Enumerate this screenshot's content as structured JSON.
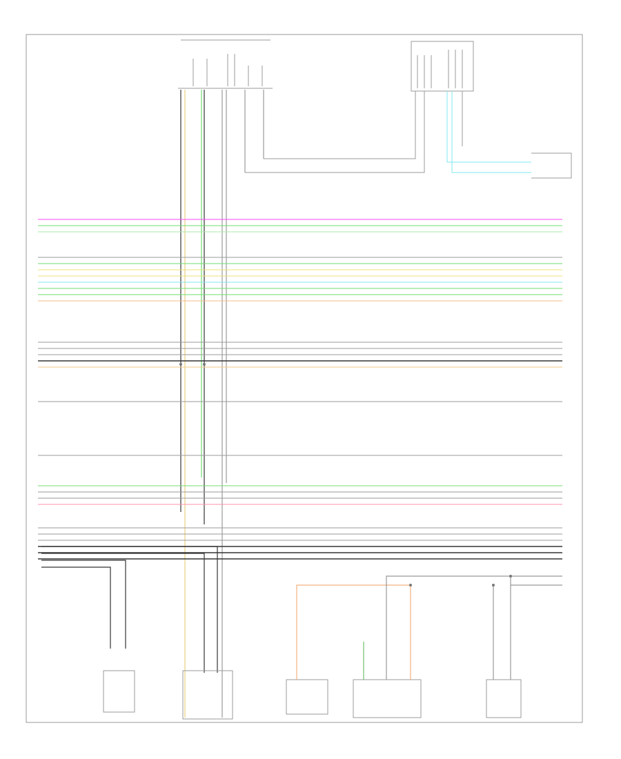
{
  "diagram": {
    "footer_code": "",
    "colors": {
      "frame": "#999999",
      "wire_default": "#9a9a9a",
      "wire_dark": "#333333",
      "wire_magenta": "#ff44ff",
      "wire_green": "#6fdc6f",
      "wire_lightgreen": "#a8e8a8",
      "wire_yellow": "#e8e07a",
      "wire_cyan": "#7fe7f0",
      "wire_orange": "#f5b98a",
      "wire_pink": "#ff8fa6",
      "wire_tan": "#f2c98a"
    },
    "bus_groups": [
      {
        "rows": [
          {
            "color": "wire_magenta"
          },
          {
            "color": "wire_green"
          },
          {
            "color": "wire_lightgreen"
          }
        ]
      },
      {
        "rows": [
          {
            "color": "wire_default"
          },
          {
            "color": "wire_green"
          },
          {
            "color": "wire_yellow"
          },
          {
            "color": "wire_yellow"
          },
          {
            "color": "wire_cyan"
          },
          {
            "color": "wire_green"
          },
          {
            "color": "wire_green"
          },
          {
            "color": "wire_orange"
          }
        ]
      },
      {
        "rows": [
          {
            "color": "wire_default"
          },
          {
            "color": "wire_default"
          },
          {
            "color": "wire_default"
          },
          {
            "color": "wire_dark"
          },
          {
            "color": "wire_tan"
          }
        ]
      },
      {
        "rows": [
          {
            "color": "wire_default"
          }
        ]
      },
      {
        "rows": [
          {
            "color": "wire_default"
          }
        ]
      },
      {
        "rows": [
          {
            "color": "wire_green"
          },
          {
            "color": "wire_default"
          },
          {
            "color": "wire_default"
          },
          {
            "color": "wire_pink"
          }
        ]
      },
      {
        "rows": [
          {
            "color": "wire_default"
          },
          {
            "color": "wire_default"
          },
          {
            "color": "wire_default"
          },
          {
            "color": "wire_dark"
          },
          {
            "color": "wire_dark"
          },
          {
            "color": "wire_dark"
          }
        ]
      }
    ]
  }
}
